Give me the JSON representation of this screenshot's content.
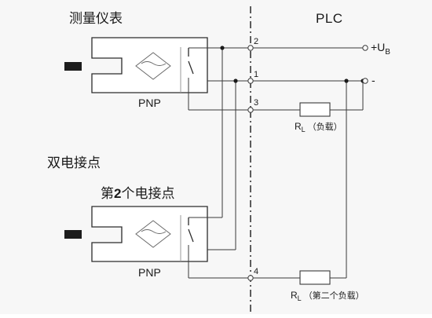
{
  "labels": {
    "instrument": "测量仪表",
    "plc": "PLC",
    "double_contact": "双电接点",
    "second_contact_prefix": "第",
    "second_contact_num": "2",
    "second_contact_suffix": "个电接点",
    "pnp_top": "PNP",
    "pnp_bottom": "PNP",
    "terminal_2": "2",
    "terminal_1": "1",
    "terminal_3": "3",
    "terminal_4": "4",
    "supply_plus": "+U",
    "supply_sub": "B",
    "supply_minus": "-",
    "rl_main": "R",
    "rl_sub": "L",
    "rl_load": "（负载）",
    "rl2_main": "R",
    "rl2_sub": "L",
    "rl2_load": "（第二个负载）"
  }
}
